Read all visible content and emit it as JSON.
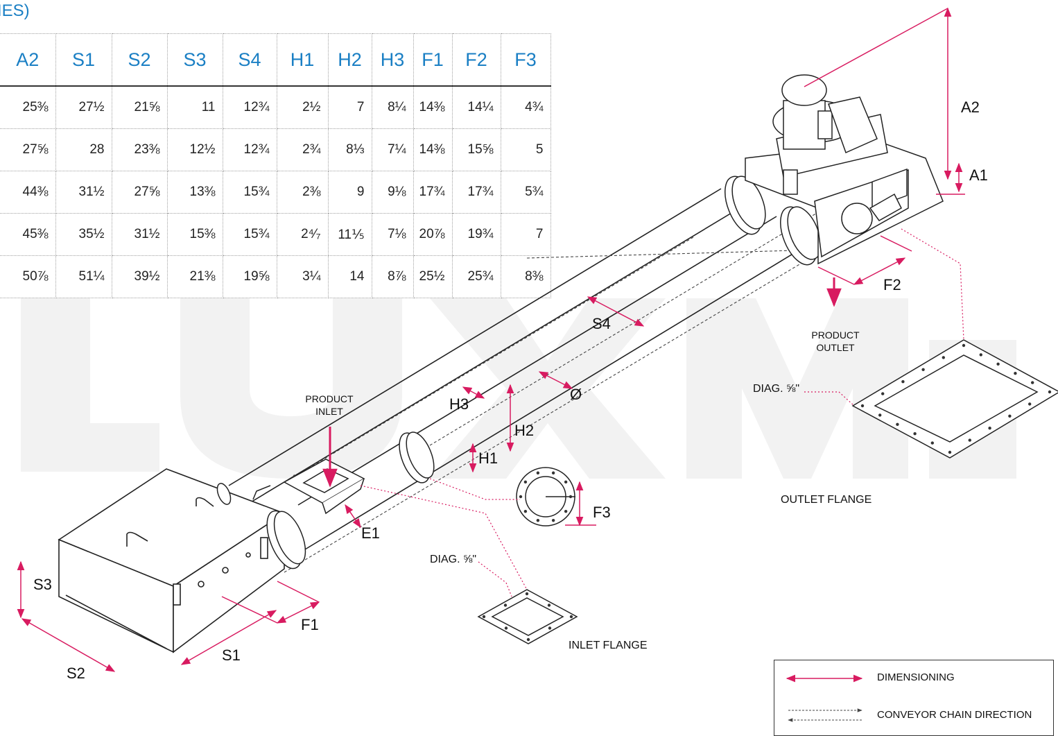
{
  "header": {
    "title_fragment": "IES)"
  },
  "table": {
    "columns": [
      "A2",
      "S1",
      "S2",
      "S3",
      "S4",
      "H1",
      "H2",
      "H3",
      "F1",
      "F2",
      "F3"
    ],
    "rows": [
      [
        "25⅜",
        "27½",
        "21⅝",
        "11",
        "12¾",
        "2½",
        "7",
        "8¼",
        "14⅜",
        "14¼",
        "4¾"
      ],
      [
        "27⅝",
        "28",
        "23⅜",
        "12½",
        "12¾",
        "2¾",
        "8⅓",
        "7¼",
        "14⅜",
        "15⅝",
        "5"
      ],
      [
        "44⅜",
        "31½",
        "27⅝",
        "13⅜",
        "15¾",
        "2⅜",
        "9",
        "9⅛",
        "17¾",
        "17¾",
        "5¾"
      ],
      [
        "45⅜",
        "35½",
        "31½",
        "15⅜",
        "15¾",
        "2⁴⁄₇",
        "11⅕",
        "7⅛",
        "20⅞",
        "19¾",
        "7"
      ],
      [
        "50⅞",
        "51¼",
        "39½",
        "21⅜",
        "19⅝",
        "3¼",
        "14",
        "8⅞",
        "25½",
        "25¾",
        "8⅜"
      ]
    ]
  },
  "watermark": {
    "text": "LUXME"
  },
  "labels": {
    "a1": "A1",
    "a2": "A2",
    "f1": "F1",
    "f2": "F2",
    "f3": "F3",
    "s1": "S1",
    "s2": "S2",
    "s3": "S3",
    "s4": "S4",
    "h1": "H1",
    "h2": "H2",
    "h3": "H3",
    "e1": "E1",
    "diameter": "Ø"
  },
  "callouts": {
    "product_outlet": "PRODUCT\nOUTLET",
    "product_inlet": "PRODUCT\nINLET",
    "diag_outlet": "DIAG. ⅝\"",
    "diag_inlet": "DIAG. ⅝\"",
    "outlet_flange": "OUTLET FLANGE",
    "inlet_flange": "INLET FLANGE"
  },
  "legend": {
    "dimensioning": "DIMENSIONING",
    "chain_direction": "CONVEYOR CHAIN DIRECTION"
  },
  "colors": {
    "accent": "#d81b60",
    "header_blue": "#1a7fc4",
    "watermark": "#f1f1f1"
  }
}
